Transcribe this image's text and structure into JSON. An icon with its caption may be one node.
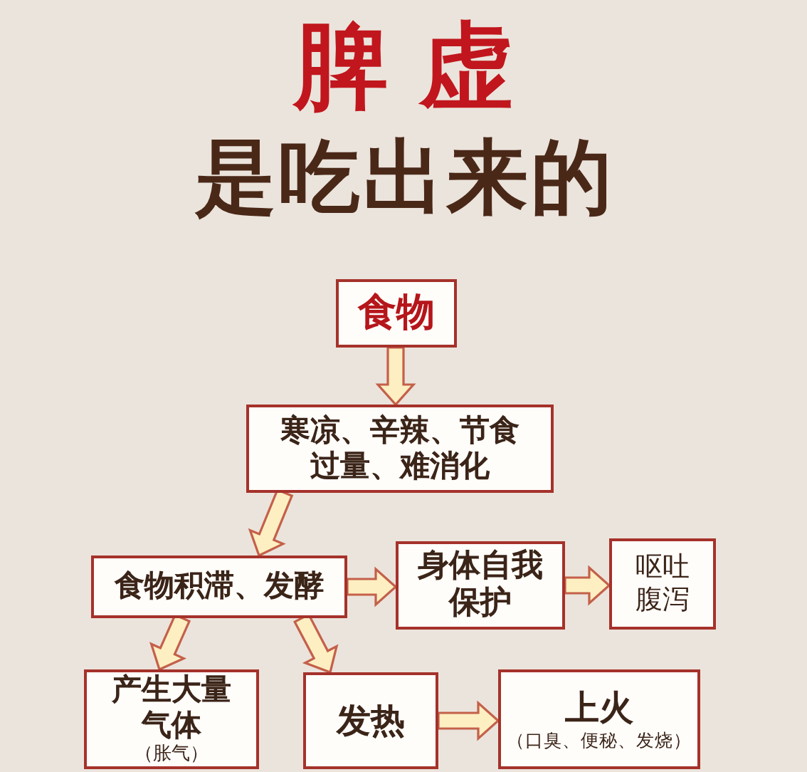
{
  "diagram": {
    "title": "脾虚",
    "nodes": [
      {
        "text": [
          "食物"
        ]
      },
      {
        "text": [
          "寒凉、辛辣、节食过量、难消化"
        ]
      },
      {
        "text": [
          "食物积滞、发酵"
        ]
      },
      {
        "text": [
          "身体自我保护"
        ]
      },
      {
        "text": [
          "呕吐腹泻"
        ]
      },
      {
        "text": [
          "产生大量气体",
          "（胀气）"
        ]
      },
      {
        "text": [
          "发热"
        ]
      },
      {
        "text": [
          "上火",
          "（口臭、便秘、发烧）"
        ]
      }
    ],
    "edges": [
      {
        "from": 0,
        "to": 1,
        "arrow": "to"
      },
      {
        "from": 1,
        "to": 2,
        "arrow": "to"
      },
      {
        "from": 2,
        "to": 3,
        "arrow": "to"
      },
      {
        "from": 3,
        "to": 4,
        "arrow": "to"
      },
      {
        "from": 2,
        "to": 5,
        "arrow": "to"
      },
      {
        "from": 2,
        "to": 6,
        "arrow": "to"
      },
      {
        "from": 6,
        "to": 7,
        "arrow": "to"
      }
    ],
    "labels": [
      "是吃出来的"
    ]
  }
}
